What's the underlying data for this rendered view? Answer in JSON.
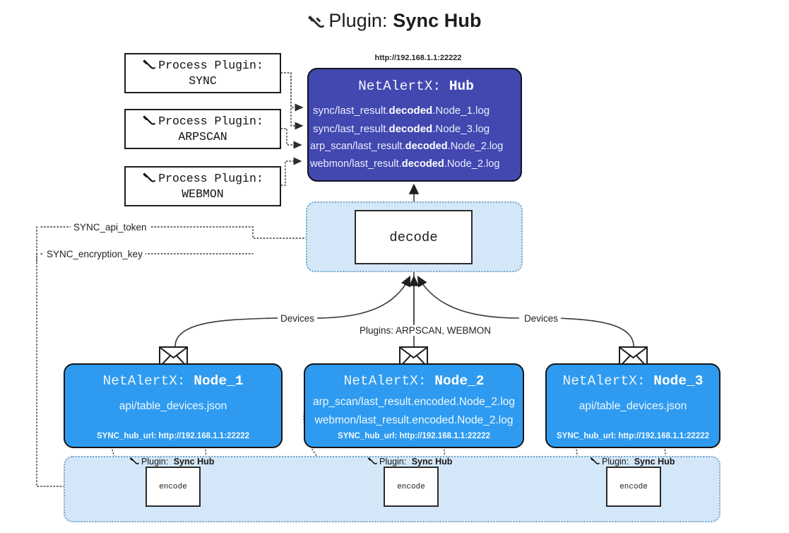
{
  "title": {
    "icon": "plug-icon",
    "prefix": "Plugin:",
    "name": "Sync Hub"
  },
  "process_plugins": [
    {
      "icon": "plug-icon",
      "line1": "Process Plugin:",
      "line2": "SYNC"
    },
    {
      "icon": "plug-icon",
      "line1": "Process Plugin:",
      "line2": "ARPSCAN"
    },
    {
      "icon": "plug-icon",
      "line1": "Process Plugin:",
      "line2": "WEBMON"
    }
  ],
  "hub": {
    "url": "http://192.168.1.1:22222",
    "title_prefix": "NetAlertX:",
    "title_name": "Hub",
    "lines": [
      {
        "pre": "sync/last_result.",
        "em": "decoded",
        "post": ".Node_1.log"
      },
      {
        "pre": "sync/last_result.",
        "em": "decoded",
        "post": ".Node_3.log"
      },
      {
        "pre": "arp_scan/last_result.",
        "em": "decoded",
        "post": ".Node_2.log"
      },
      {
        "pre": "webmon/last_result.",
        "em": "decoded",
        "post": ".Node_2.log"
      }
    ],
    "bg_color": "#4248b0"
  },
  "decode": {
    "label": "decode",
    "group_bg": "#d4e7f8"
  },
  "edge_labels": {
    "api_token": "SYNC_api_token",
    "encryption_key": "SYNC_encryption_key",
    "devices_left": "Devices",
    "devices_right": "Devices",
    "plugins_center": "Plugins: ARPSCAN, WEBMON"
  },
  "nodes": [
    {
      "title_prefix": "NetAlertX:",
      "title_name": "Node_1",
      "lines": [
        "api/table_devices.json"
      ],
      "hub_url_label": "SYNC_hub_url: http://192.168.1.1:22222",
      "icon": "envelope-icon",
      "bg_color": "#2e9bf0"
    },
    {
      "title_prefix": "NetAlertX:",
      "title_name": "Node_2",
      "lines": [
        "arp_scan/last_result.encoded.Node_2.log",
        "webmon/last_result.encoded.Node_2.log"
      ],
      "hub_url_label": "SYNC_hub_url: http://192.168.1.1:22222",
      "icon": "envelope-icon",
      "bg_color": "#2e9bf0"
    },
    {
      "title_prefix": "NetAlertX:",
      "title_name": "Node_3",
      "lines": [
        "api/table_devices.json"
      ],
      "hub_url_label": "SYNC_hub_url: http://192.168.1.1:22222",
      "icon": "envelope-icon",
      "bg_color": "#2e9bf0"
    }
  ],
  "encode_group": {
    "boxes": [
      {
        "label": "encode",
        "plugin_prefix": "Plugin:",
        "plugin_name": "Sync Hub",
        "icon": "plug-icon"
      },
      {
        "label": "encode",
        "plugin_prefix": "Plugin:",
        "plugin_name": "Sync Hub",
        "icon": "plug-icon"
      },
      {
        "label": "encode",
        "plugin_prefix": "Plugin:",
        "plugin_name": "Sync Hub",
        "icon": "plug-icon"
      }
    ],
    "group_bg": "#d4e7f8"
  }
}
